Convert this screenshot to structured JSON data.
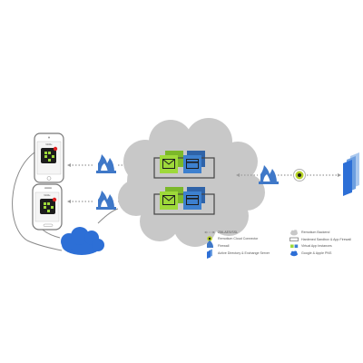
{
  "phones": [
    {
      "label": "Mobile"
    },
    {
      "label": "Mobile"
    }
  ],
  "legend": {
    "items": [
      {
        "text": "256-AES/SSL",
        "icon": "encrypted-link-icon"
      },
      {
        "text": "Remotium Backend",
        "icon": "backend-cloud-icon"
      },
      {
        "text": "Remotium Cloud Connector",
        "icon": "cloud-connector-icon"
      },
      {
        "text": "Hardened Sandbox & App Firewall",
        "icon": "sandbox-icon"
      },
      {
        "text": "Firewall",
        "icon": "firewall-icon"
      },
      {
        "text": "Virtual App Instances",
        "icon": "virtual-app-icon"
      },
      {
        "text": "Active Directory & Exchange Server",
        "icon": "directory-icon"
      },
      {
        "text": "Google & Apple PNS",
        "icon": "push-notification-icon"
      }
    ]
  },
  "colors": {
    "cloud_gray": "#c8c8c8",
    "cloud_blue": "#2d6fd6",
    "firewall_blue": "#3f78c8",
    "app_green": "#9ed93a",
    "app_blue": "#3d80cf",
    "link_dots": "#9a9a9a",
    "connector": "#b5d224"
  }
}
